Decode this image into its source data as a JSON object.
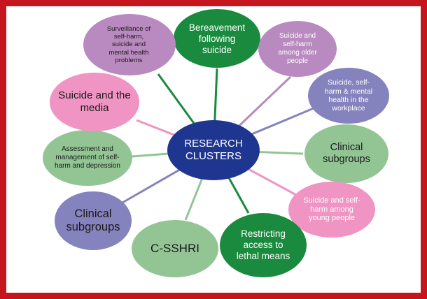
{
  "colors": {
    "frame": "#c4161c",
    "center": "#1f3691",
    "dark_green": "#1a8a3e",
    "light_green": "#93c594",
    "mauve": "#b98abf",
    "periwinkle": "#8583bd",
    "pink": "#ef94c3"
  },
  "diagram": {
    "center": {
      "label": "RESEARCH\nCLUSTERS",
      "color": "#1f3691"
    },
    "nodes": [
      {
        "id": "bereavement",
        "label": "Bereavement\nfollowing\nsuicide",
        "color": "#1a8a3e",
        "line_color": "#1a8a3e"
      },
      {
        "id": "older-people",
        "label": "Suicide and\nself-harm\namong older\npeople",
        "color": "#b98abf",
        "line_color": "#b98abf"
      },
      {
        "id": "workplace",
        "label": "Suicide, self-\nharm & mental\nhealth in the\nworkplace",
        "color": "#8583bd",
        "line_color": "#8583bd"
      },
      {
        "id": "clinical-right",
        "label": "Clinical\nsubgroups",
        "color": "#93c594",
        "line_color": "#93c594"
      },
      {
        "id": "young-people",
        "label": "Suicide and self-\nharm among\nyoung people",
        "color": "#ef94c3",
        "line_color": "#ef94c3"
      },
      {
        "id": "lethal-means",
        "label": "Restricting\naccess to\nlethal means",
        "color": "#1a8a3e",
        "line_color": "#1a8a3e"
      },
      {
        "id": "c-sshri",
        "label": "C-SSHRI",
        "color": "#93c594",
        "line_color": "#93c594"
      },
      {
        "id": "clinical-left",
        "label": "Clinical\nsubgroups",
        "color": "#8583bd",
        "line_color": "#8583bd"
      },
      {
        "id": "assessment",
        "label": "Assessment and\nmanagement of self-\nharm and depression",
        "color": "#93c594",
        "line_color": "#93c594"
      },
      {
        "id": "media",
        "label": "Suicide and the\nmedia",
        "color": "#ef94c3",
        "line_color": "#ef94c3"
      },
      {
        "id": "surveillance",
        "label": "Surveillance of\nself-harm,\nsuicide and\nmental health\nproblems",
        "color": "#b98abf",
        "line_color": "#1a8a3e"
      }
    ]
  }
}
